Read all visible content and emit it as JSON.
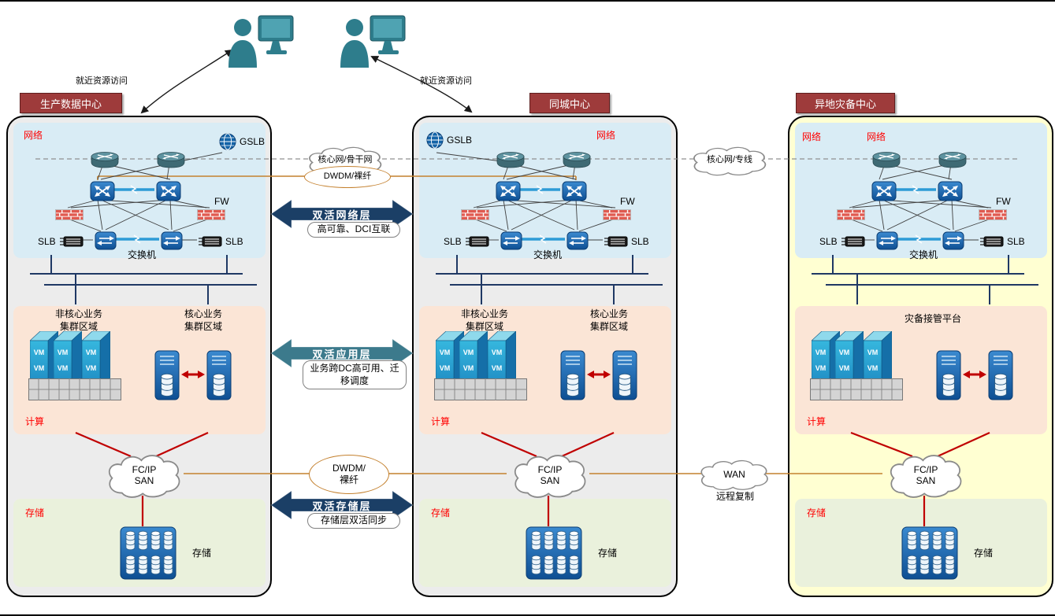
{
  "frame": {
    "access_left": "就近资源访问",
    "access_right": "就近资源访问"
  },
  "vm_label": "VM",
  "centers": [
    {
      "title": "生产数据中心",
      "network": "网络",
      "gslb": "GSLB",
      "fw": "FW",
      "slb_left": "SLB",
      "slb_right": "SLB",
      "switch_label": "交换机",
      "cluster_left": [
        "非核心业务",
        "集群区域"
      ],
      "cluster_right": [
        "核心业务",
        "集群区域"
      ],
      "compute": "计算",
      "san": [
        "FC/IP",
        "SAN"
      ],
      "storage_zone": "存储",
      "storage_device": "存储"
    },
    {
      "title": "同城中心",
      "network": "网络",
      "gslb": "GSLB",
      "fw": "FW",
      "slb_left": "SLB",
      "slb_right": "SLB",
      "switch_label": "交换机",
      "cluster_left": [
        "非核心业务",
        "集群区域"
      ],
      "cluster_right": [
        "核心业务",
        "集群区域"
      ],
      "compute": "计算",
      "san": [
        "FC/IP",
        "SAN"
      ],
      "storage_zone": "存储",
      "storage_device": "存储"
    },
    {
      "title": "异地灾备中心",
      "network": "网络",
      "network2": "网络",
      "fw": "FW",
      "slb_left": "SLB",
      "slb_right": "SLB",
      "switch_label": "交换机",
      "platform": "灾备接管平台",
      "compute": "计算",
      "san": [
        "FC/IP",
        "SAN"
      ],
      "storage_zone": "存储",
      "storage_device": "存储"
    }
  ],
  "interconnect": {
    "backbone_cloud": "核心网/骨干网",
    "dedicated_cloud": "核心网/专线",
    "dwdm_top": "DWDM/裸纤",
    "dwdm_storage": [
      "DWDM/",
      "裸纤"
    ],
    "wan": "WAN",
    "remote_replication": "远程复制",
    "net_arrow_title": "双活网络层",
    "net_arrow_desc": "高可靠、DCI互联",
    "app_arrow_title": "双活应用层",
    "app_arrow_desc": "业务跨DC高可用、迁移调度",
    "sto_arrow_title": "双活存储层",
    "sto_arrow_desc": "存储层双活同步"
  },
  "colors": {
    "title_bg": "#9E3B3B",
    "navy_arrow": "#1B3F66",
    "teal_arrow": "#3C7A8C",
    "device_blue": "#1464A8",
    "red_line": "#C00000",
    "orange_line": "#C4812F"
  }
}
